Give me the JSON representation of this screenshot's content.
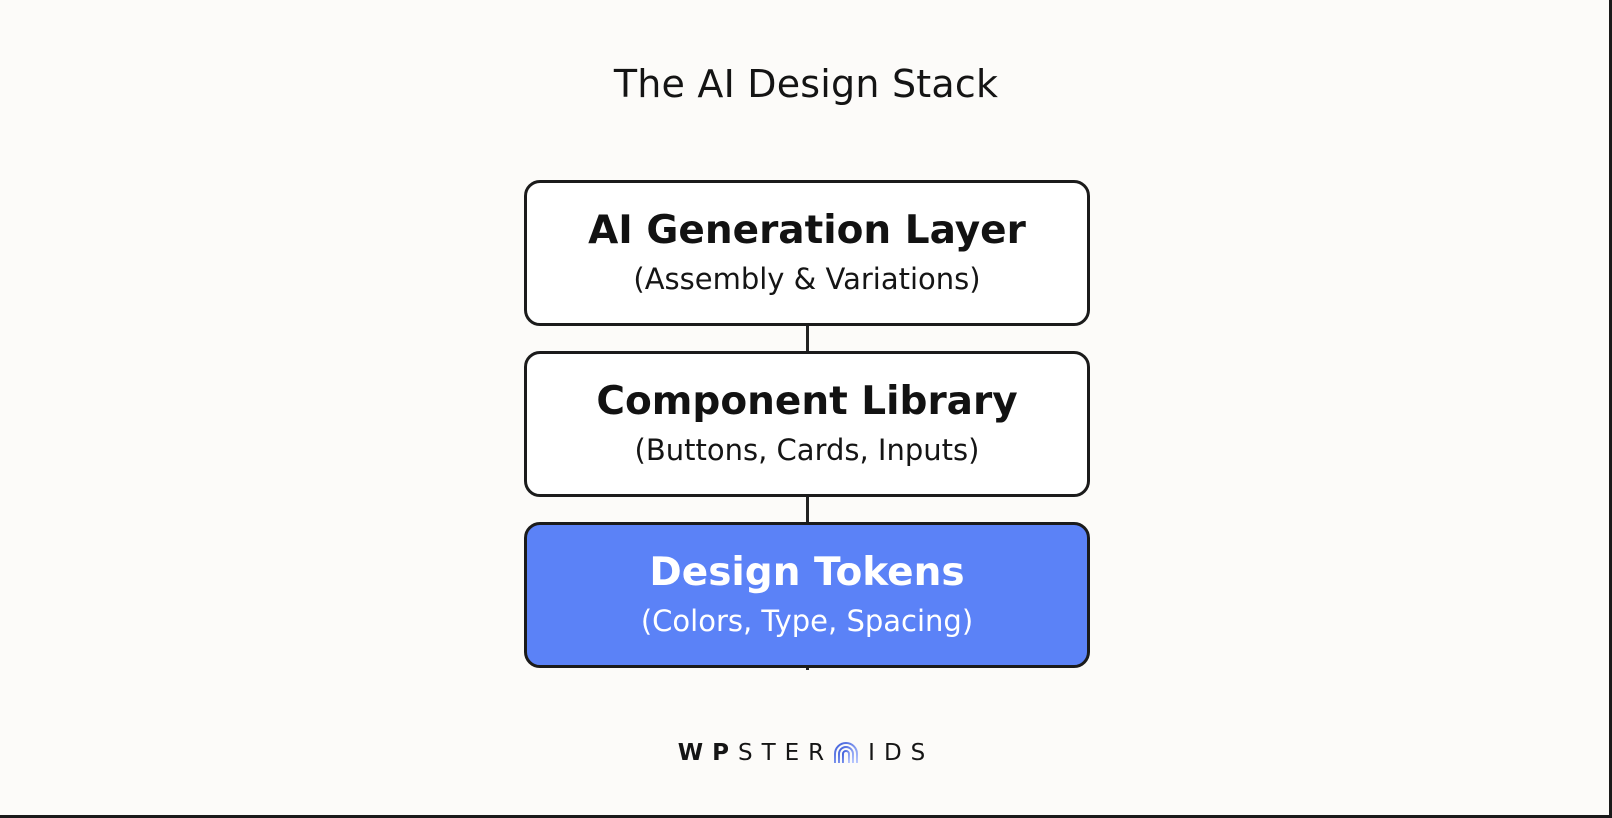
{
  "title": "The AI Design Stack",
  "layers": [
    {
      "title": "AI Generation Layer",
      "subtitle": "(Assembly & Variations)",
      "highlight": false
    },
    {
      "title": "Component Library",
      "subtitle": "(Buttons, Cards, Inputs)",
      "highlight": false
    },
    {
      "title": "Design Tokens",
      "subtitle": "(Colors, Type, Spacing)",
      "highlight": true
    }
  ],
  "brand": {
    "strong": "WP",
    "light_start": "STER",
    "light_end": "IDS",
    "icon": "arch-logo-icon"
  },
  "colors": {
    "background": "#fcfbf9",
    "highlight": "#5b82f7",
    "border": "#1b1b1b"
  }
}
